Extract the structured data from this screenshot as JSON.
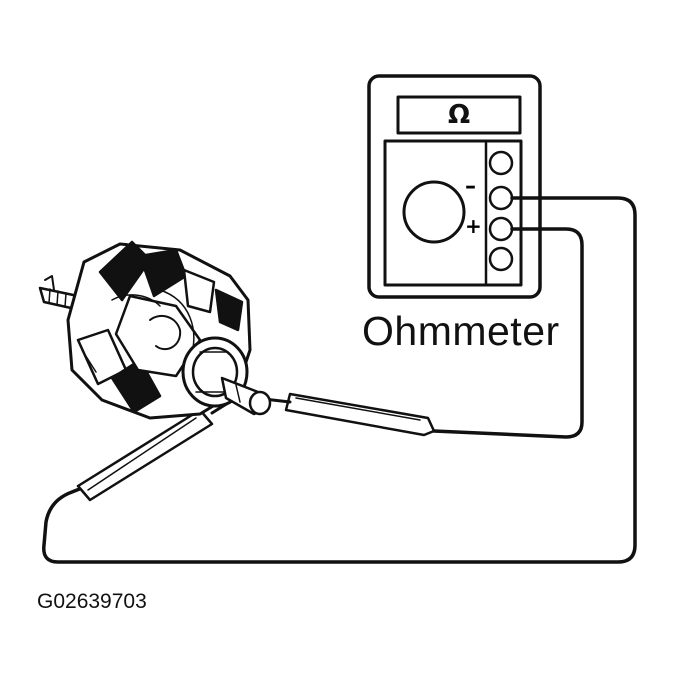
{
  "meter": {
    "display_symbol": "Ω",
    "label": "Ohmmeter",
    "minus_sign": "–",
    "plus_sign": "+"
  },
  "figure_id": "G02639703",
  "icons": [
    "ohmmeter-icon",
    "alternator-rotor-icon",
    "test-probe-icon"
  ]
}
